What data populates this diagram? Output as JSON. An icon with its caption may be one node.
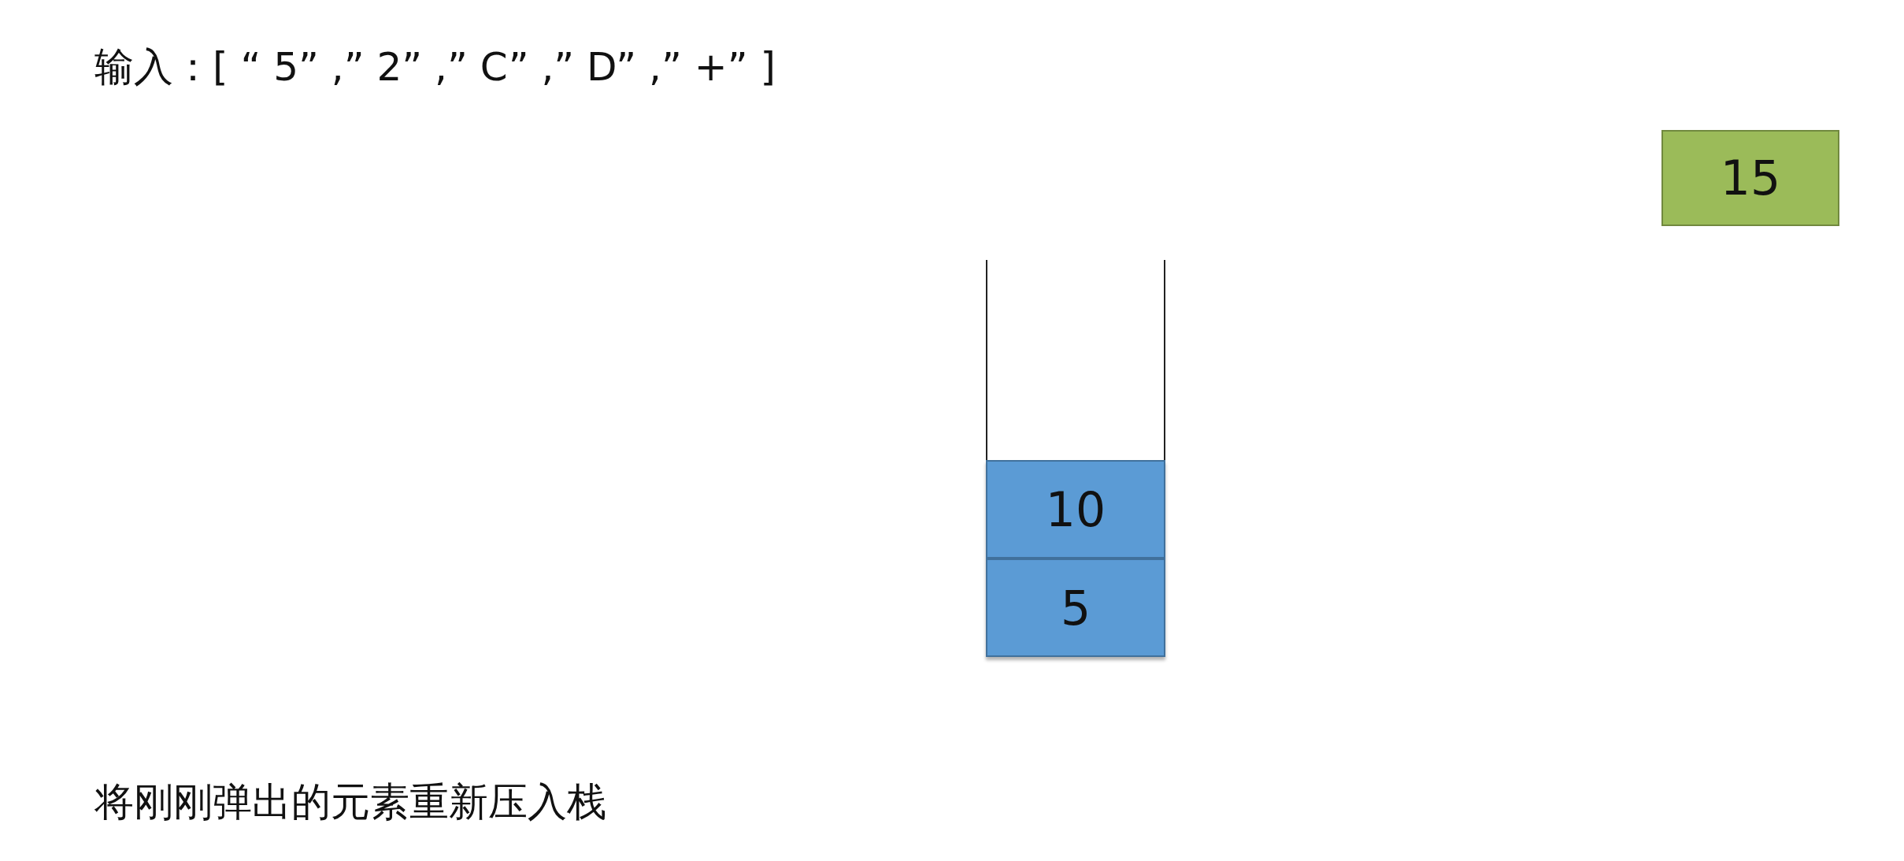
{
  "diagram": {
    "title": "输入：[ “ 5” ,” 2” ,” C” ,” D” ,” +” ]",
    "caption": "将刚刚弹出的元素重新压入栈",
    "nodes": [
      {
        "text": [],
        "shape": "box"
      },
      {
        "text": [
          "10"
        ],
        "in": 0
      },
      {
        "text": [
          "5"
        ],
        "in": 0
      },
      {
        "text": [
          "15"
        ]
      }
    ]
  }
}
